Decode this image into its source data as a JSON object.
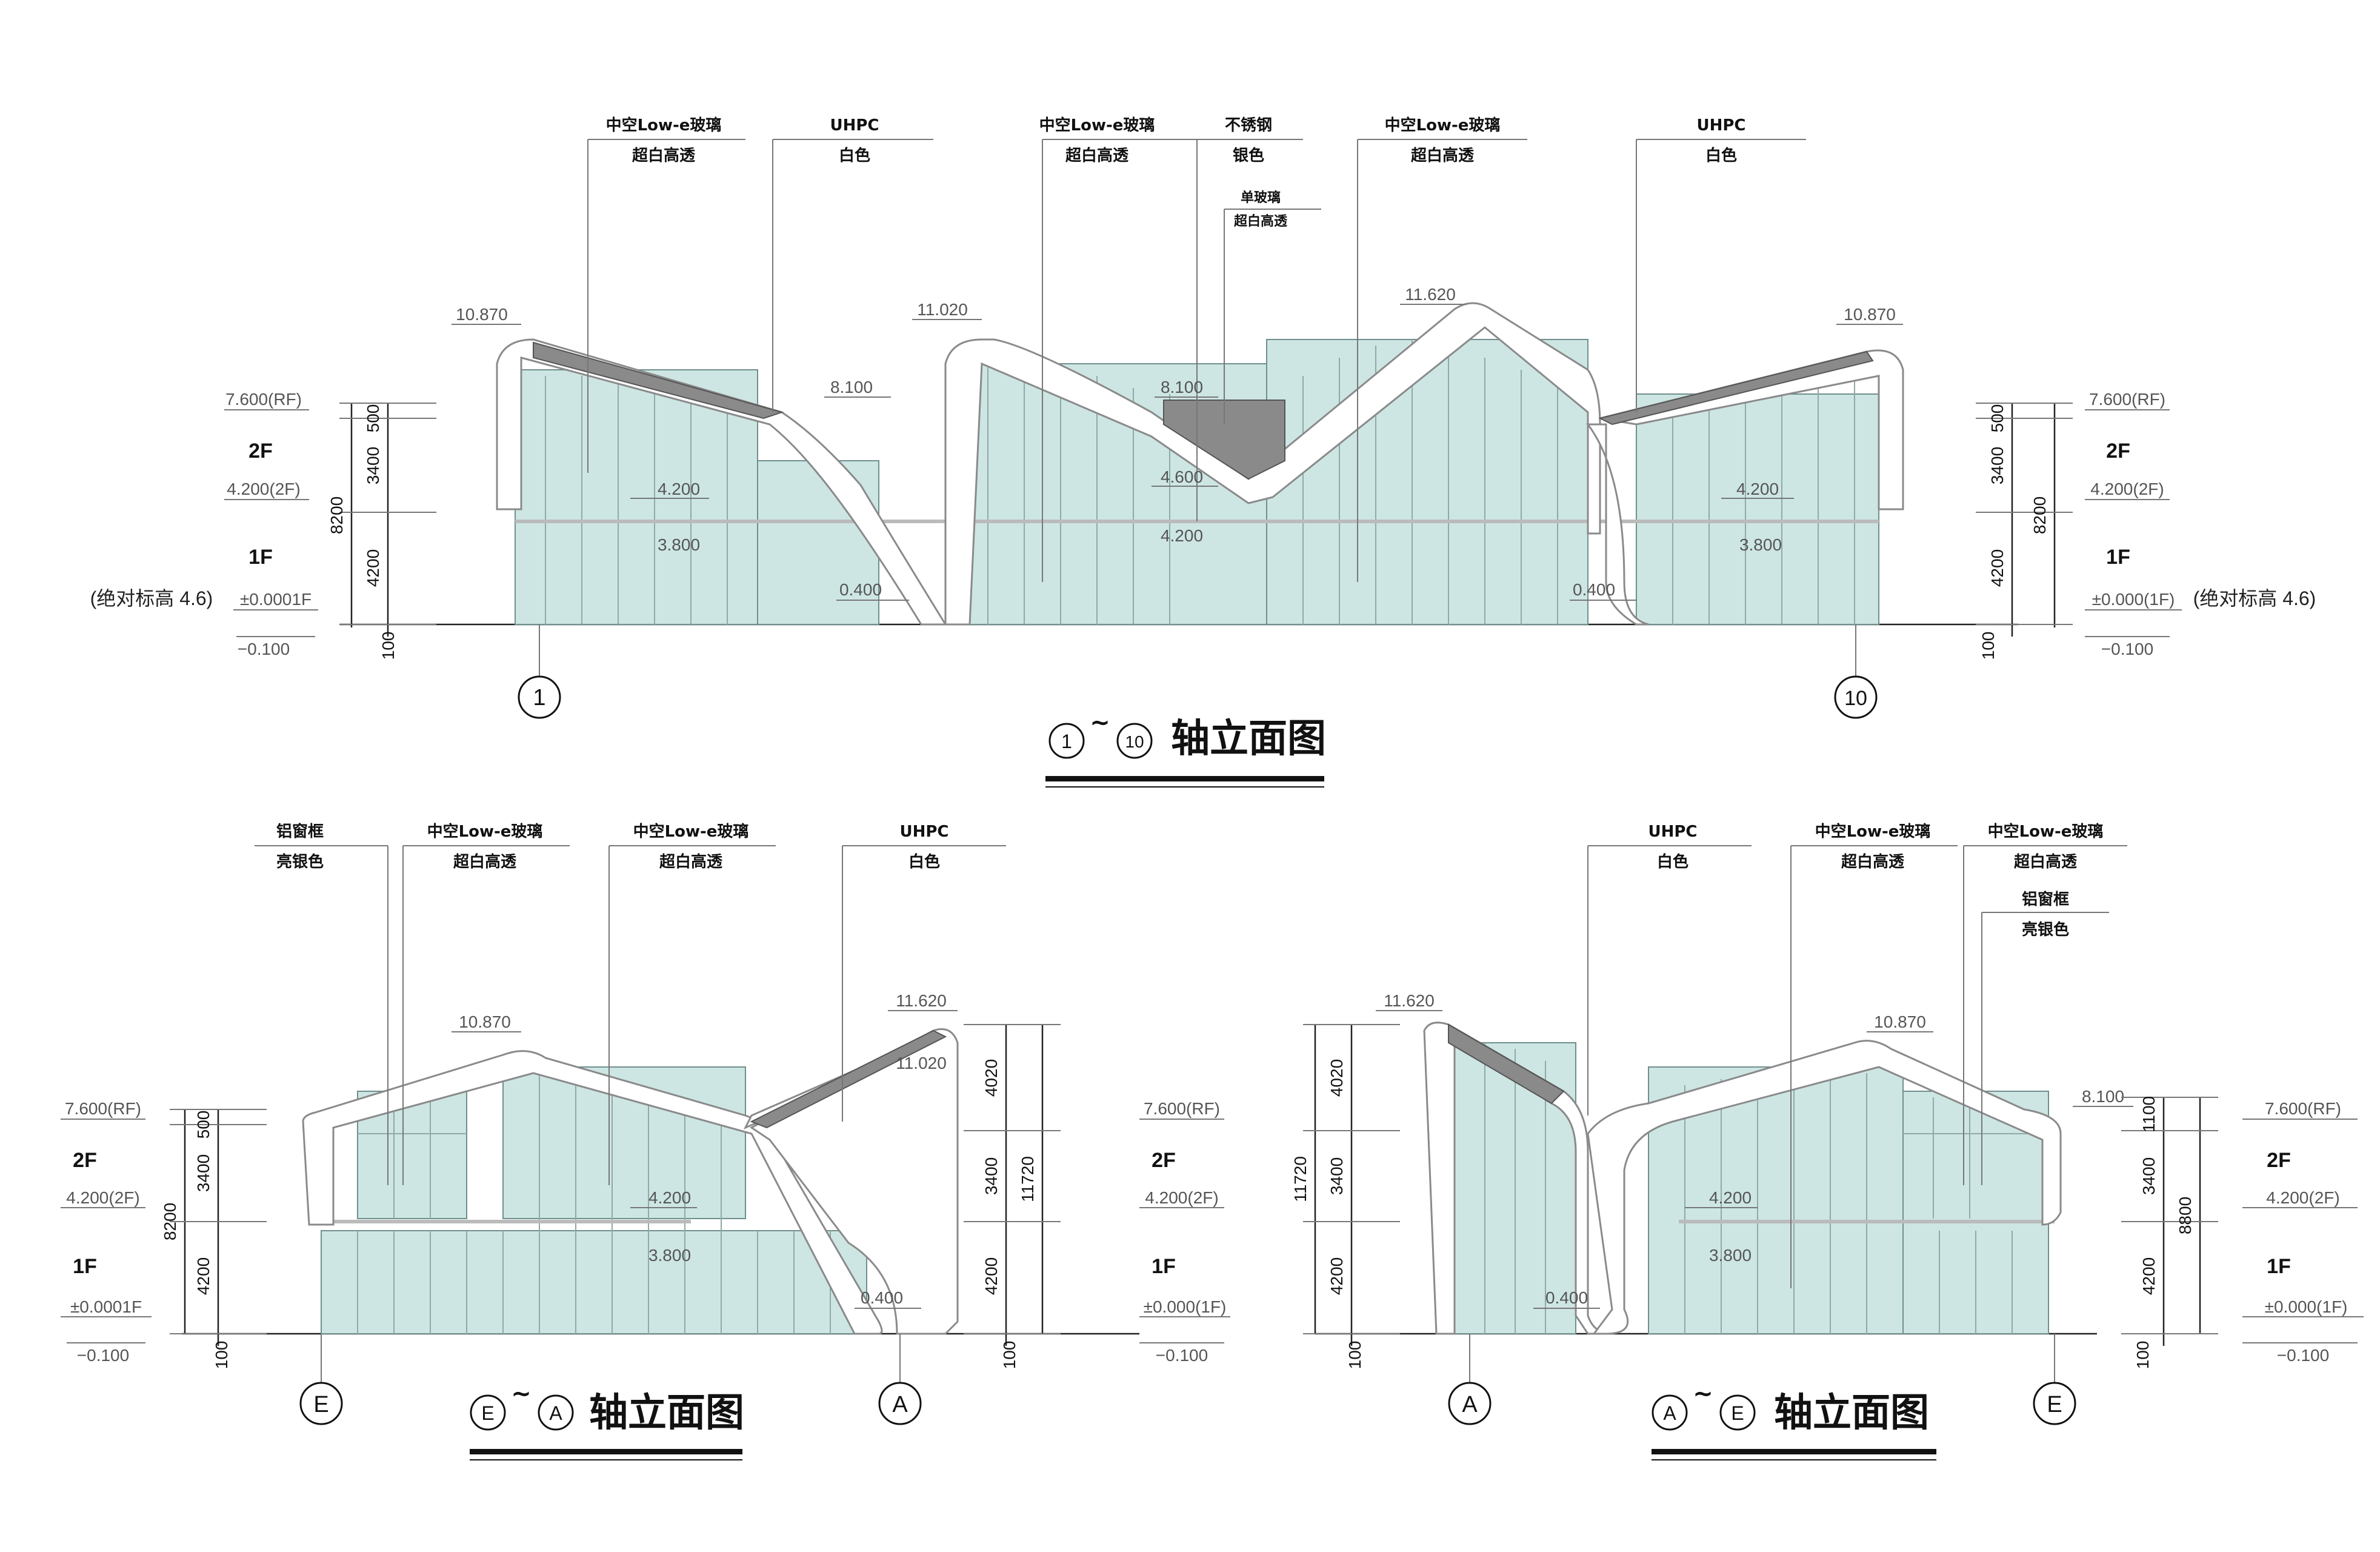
{
  "elevations": {
    "top": {
      "title": "轴立面图",
      "axis_start": "1",
      "axis_end": "10",
      "title_axis_a": "1",
      "title_axis_b": "10",
      "callouts": [
        {
          "line1": "中空Low-e玻璃",
          "line2": "超白高透"
        },
        {
          "line1": "UHPC",
          "line2": "白色"
        },
        {
          "line1": "中空Low-e玻璃",
          "line2": "超白高透"
        },
        {
          "line1": "不锈钢",
          "line2": "银色"
        },
        {
          "line1": "中空Low-e玻璃",
          "line2": "超白高透"
        },
        {
          "line1": "UHPC",
          "line2": "白色"
        }
      ],
      "sub_callout": {
        "line1": "单玻璃",
        "line2": "超白高透"
      },
      "elevations": [
        "10.870",
        "8.100",
        "11.020",
        "8.100",
        "11.620",
        "10.870",
        "4.200",
        "3.800",
        "4.600",
        "4.200",
        "4.200",
        "3.800",
        "0.400",
        "0.400"
      ],
      "left_levels": {
        "rf": "7.600(RF)",
        "f2": "4.200(2F)",
        "f1": "±0.0001F",
        "ground": "−0.100",
        "absolute": "(绝对标高 4.6)"
      },
      "right_levels": {
        "rf": "7.600(RF)",
        "f2": "4.200(2F)",
        "f1": "±0.000(1F)",
        "ground": "−0.100",
        "absolute": "(绝对标高 4.6)"
      },
      "floor_labels": {
        "f2": "2F",
        "f1": "1F"
      },
      "dims": {
        "d500": "500",
        "d3400": "3400",
        "d4200": "4200",
        "d8200": "8200",
        "d100": "100"
      }
    },
    "bottom_left": {
      "title": "轴立面图",
      "axis_start": "E",
      "axis_end": "A",
      "title_axis_a": "E",
      "title_axis_b": "A",
      "callouts": [
        {
          "line1": "铝窗框",
          "line2": "亮银色"
        },
        {
          "line1": "中空Low-e玻璃",
          "line2": "超白高透"
        },
        {
          "line1": "中空Low-e玻璃",
          "line2": "超白高透"
        },
        {
          "line1": "UHPC",
          "line2": "白色"
        }
      ],
      "elevations": [
        "10.870",
        "11.620",
        "11.020",
        "4.200",
        "3.800",
        "0.400"
      ],
      "left_levels": {
        "rf": "7.600(RF)",
        "f2": "4.200(2F)",
        "f1": "±0.0001F",
        "ground": "−0.100"
      },
      "right_levels": {
        "rf": "7.600(RF)",
        "f2": "4.200(2F)",
        "f1": "±0.000(1F)",
        "ground": "−0.100"
      },
      "floor_labels": {
        "f2": "2F",
        "f1": "1F"
      },
      "dims_left": {
        "d500": "500",
        "d3400": "3400",
        "d4200": "4200",
        "d8200": "8200",
        "d100": "100"
      },
      "dims_right": {
        "d4020": "4020",
        "d3400": "3400",
        "d4200": "4200",
        "d11720": "11720",
        "d100": "100"
      }
    },
    "bottom_right": {
      "title": "轴立面图",
      "axis_start": "A",
      "axis_end": "E",
      "title_axis_a": "A",
      "title_axis_b": "E",
      "callouts": [
        {
          "line1": "UHPC",
          "line2": "白色"
        },
        {
          "line1": "中空Low-e玻璃",
          "line2": "超白高透"
        },
        {
          "line1": "中空Low-e玻璃",
          "line2": "超白高透"
        }
      ],
      "sub_callout": {
        "line1": "铝窗框",
        "line2": "亮银色"
      },
      "elevations": [
        "11.620",
        "10.870",
        "8.100",
        "4.200",
        "3.800",
        "0.400"
      ],
      "left_dims": {
        "d4020": "4020",
        "d3400": "3400",
        "d4200": "4200",
        "d11720": "11720",
        "d100": "100"
      },
      "right_dims": {
        "d1100": "1100",
        "d3400": "3400",
        "d4200": "4200",
        "d8800": "8800",
        "d100": "100"
      },
      "right_levels": {
        "rf": "7.600(RF)",
        "f2": "4.200(2F)",
        "f1": "±0.000(1F)",
        "ground": "−0.100"
      },
      "floor_labels": {
        "f2": "2F",
        "f1": "1F"
      }
    }
  },
  "colors": {
    "glass": "#cde6e4",
    "uhpc": "#ffffff",
    "steel": "#8a8a8a",
    "line": "#777777"
  }
}
